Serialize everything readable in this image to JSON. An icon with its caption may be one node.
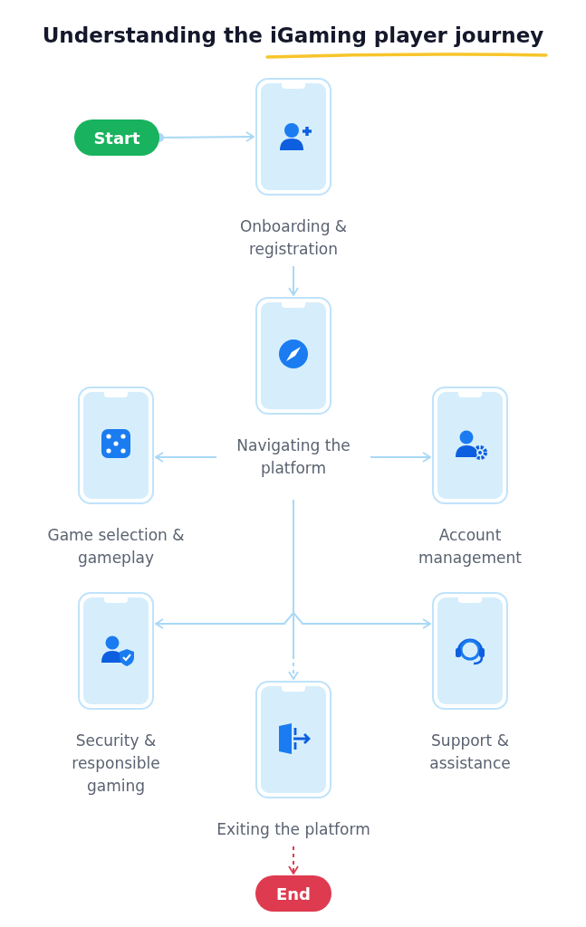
{
  "diagram": {
    "title": "Understanding the iGaming player journey",
    "nodes": [
      {
        "text": [
          "Start"
        ]
      },
      {
        "text": [
          "Onboarding & registration"
        ]
      },
      {
        "text": [
          "Navigating the platform"
        ]
      },
      {
        "text": [
          "Game selection & gameplay"
        ]
      },
      {
        "text": [
          "Account management"
        ]
      },
      {
        "text": [
          "Security & responsible gaming"
        ]
      },
      {
        "text": [
          "Support & assistance"
        ]
      },
      {
        "text": [
          "Exiting the platform"
        ]
      },
      {
        "text": [
          "End"
        ]
      }
    ],
    "edges": [
      {
        "from": 0,
        "to": 1,
        "arrow": "to"
      },
      {
        "from": 1,
        "to": 2,
        "arrow": "to"
      },
      {
        "from": 2,
        "to": 3,
        "arrow": "to"
      },
      {
        "from": 2,
        "to": 4,
        "arrow": "to"
      },
      {
        "from": 2,
        "to": 5,
        "arrow": "to"
      },
      {
        "from": 2,
        "to": 6,
        "arrow": "to"
      },
      {
        "from": 2,
        "to": 7,
        "arrow": "to",
        "style": "dashed"
      },
      {
        "from": 7,
        "to": 8,
        "arrow": "to",
        "style": "dashed",
        "color": "#de3b50"
      }
    ]
  }
}
